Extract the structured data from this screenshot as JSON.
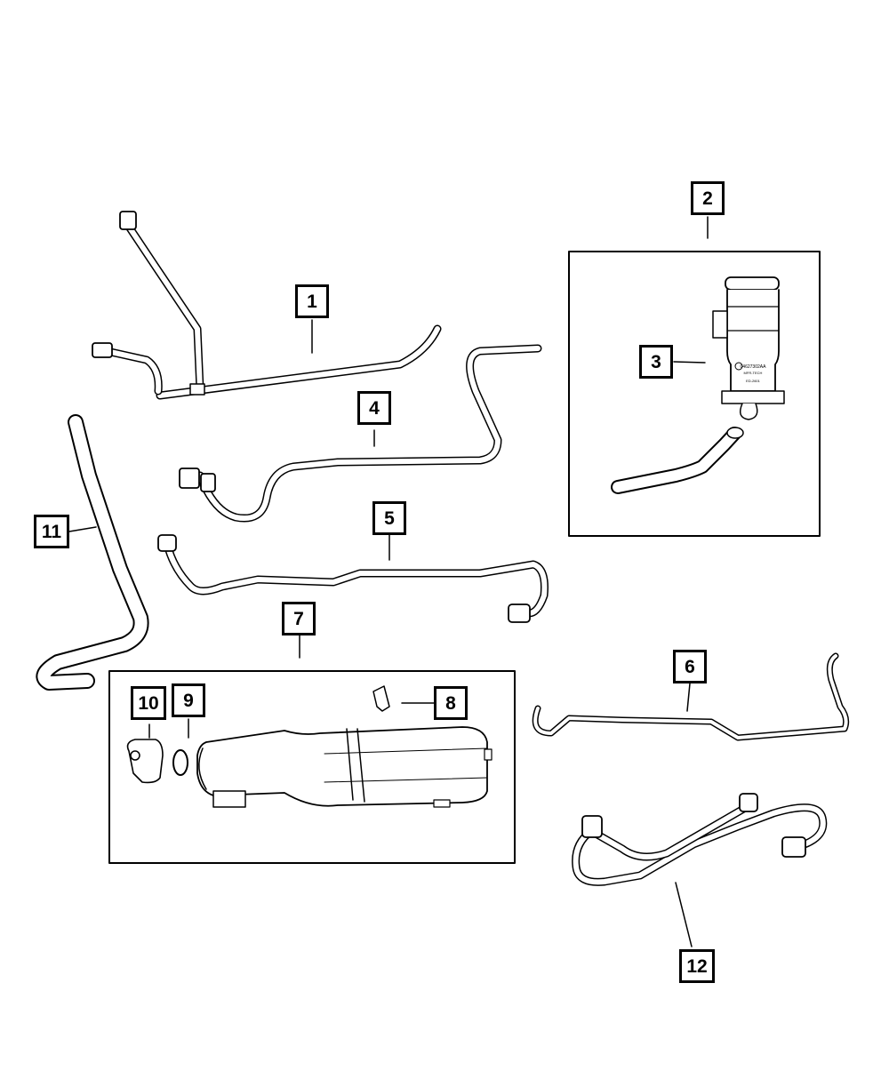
{
  "diagram": {
    "callouts": [
      {
        "id": "1",
        "label": "1"
      },
      {
        "id": "2",
        "label": "2"
      },
      {
        "id": "3",
        "label": "3"
      },
      {
        "id": "4",
        "label": "4"
      },
      {
        "id": "5",
        "label": "5"
      },
      {
        "id": "6",
        "label": "6"
      },
      {
        "id": "7",
        "label": "7"
      },
      {
        "id": "8",
        "label": "8"
      },
      {
        "id": "9",
        "label": "9"
      },
      {
        "id": "10",
        "label": "10"
      },
      {
        "id": "11",
        "label": "11"
      },
      {
        "id": "12",
        "label": "12"
      }
    ],
    "part_markings": {
      "purge_valve_text": "04627302AA",
      "purge_valve_subtext": "MFR-TECH",
      "purge_valve_code": "ED-2601"
    }
  }
}
